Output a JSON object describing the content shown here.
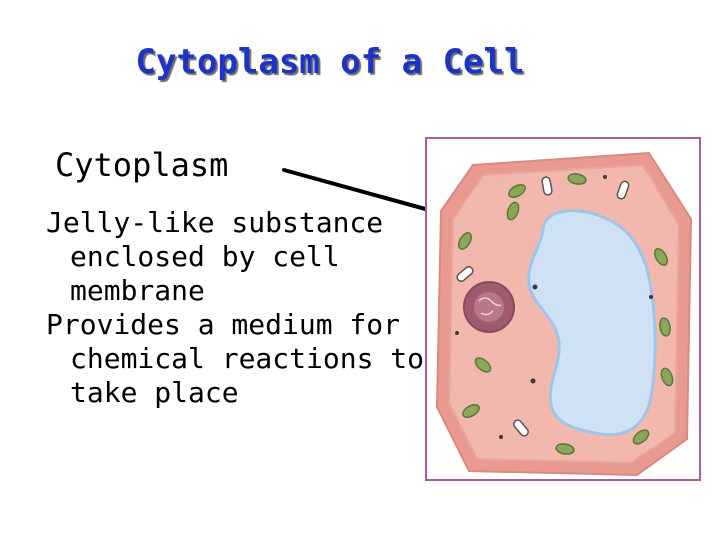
{
  "slide": {
    "title": "Cytoplasm of a Cell",
    "term": "Cytoplasm",
    "bullets": [
      "Jelly-like substance enclosed by cell membrane",
      "Provides a medium for chemical reactions to take place"
    ]
  },
  "colors": {
    "title": "#1a33c8",
    "text": "#000000",
    "figure_border": "#a4609c",
    "cytoplasm": "#f2b8ae",
    "cell_wall": "#e89a90",
    "vacuole": "#cfe2f5",
    "nucleus": "#a05a6e",
    "chloroplast": "#7a9a4a"
  }
}
